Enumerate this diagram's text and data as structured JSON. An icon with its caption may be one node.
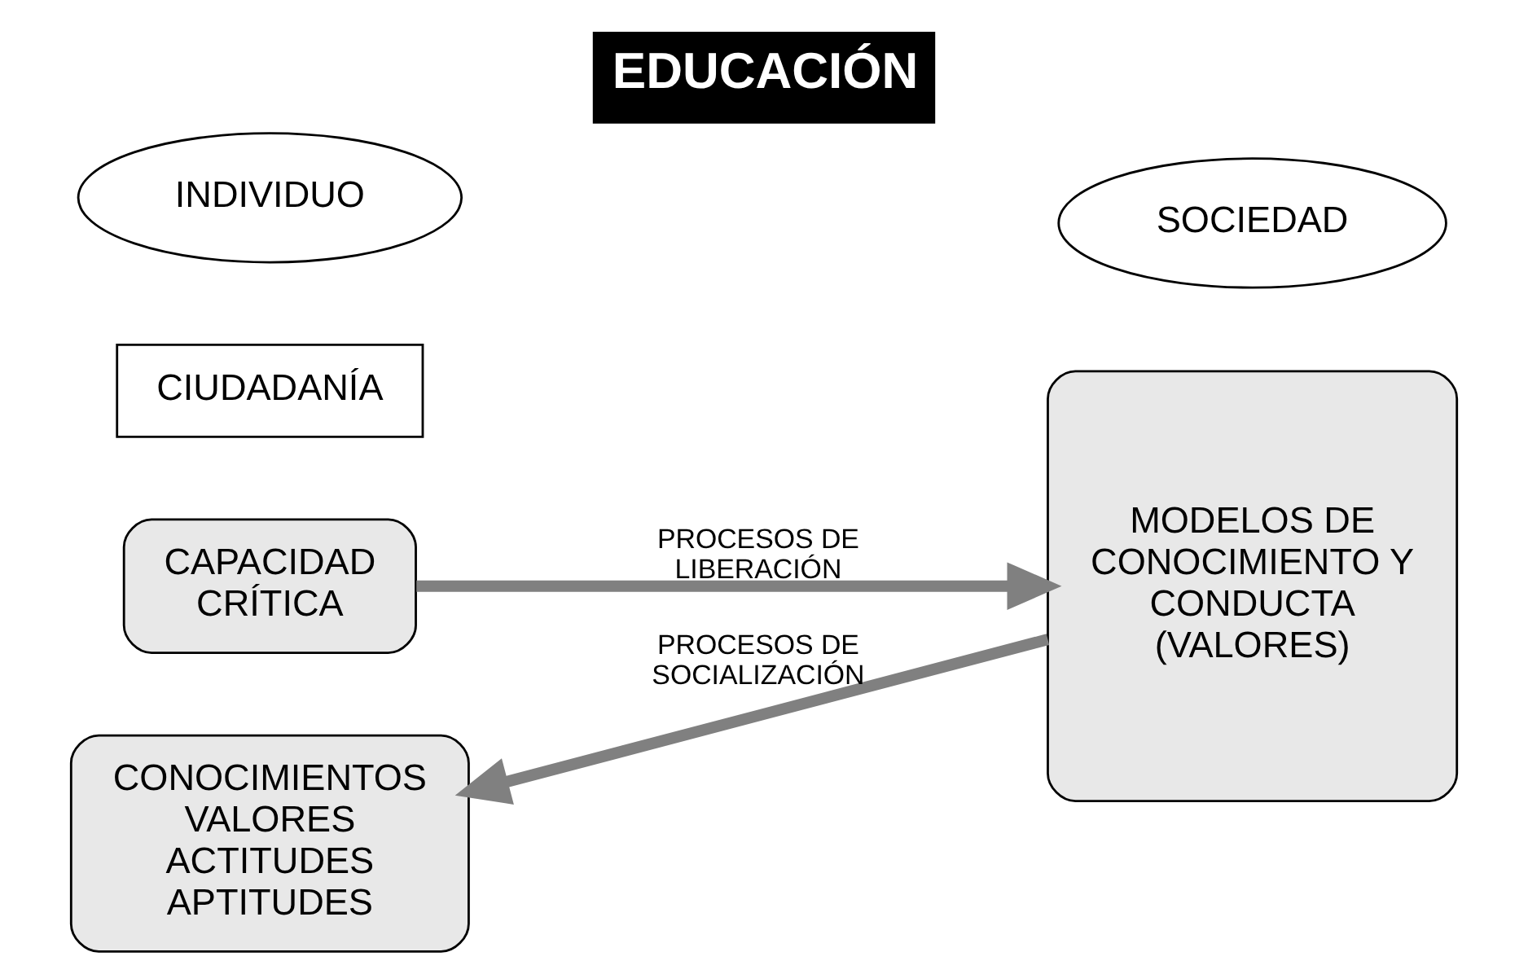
{
  "diagram": {
    "title": "EDUCACIÓN",
    "nodes": [
      {
        "text": [
          "CAPACIDAD CRÍTICA"
        ]
      },
      {
        "text": [
          "MODELOS DE CONOCIMIENTO Y CONDUCTA (VALORES)"
        ]
      },
      {
        "text": [
          "CIUDADANÍA"
        ]
      },
      {
        "text": [
          "CONOCIMIENTOS VALORES ACTITUDES APTITUDES"
        ]
      },
      {
        "text": [
          "INDIVIDUO"
        ]
      },
      {
        "text": [
          "SOCIEDAD"
        ]
      }
    ],
    "edges": [
      {
        "from": 0,
        "to": 1,
        "arrow": "to",
        "label": "PROCESOS DE LIBERACIÓN"
      },
      {
        "from": 1,
        "to": 3,
        "arrow": "to",
        "label": "PROCESOS DE SOCIALIZACIÓN"
      }
    ]
  }
}
